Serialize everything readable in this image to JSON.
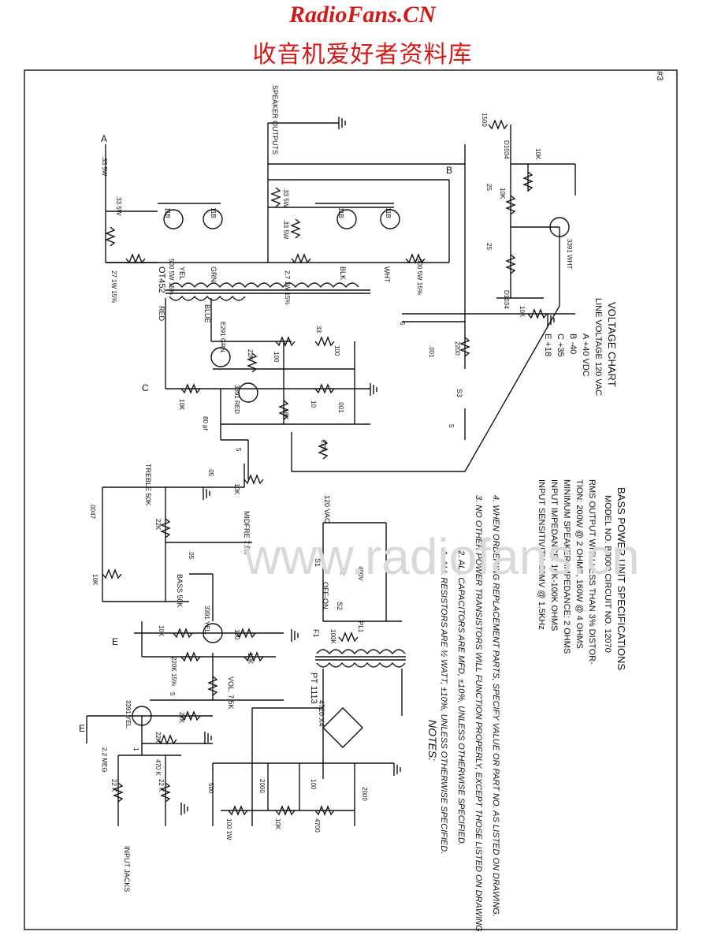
{
  "header": {
    "site_name": "RadioFans.CN",
    "site_subtitle": "收音机爱好者资料库",
    "watermark": "www.radiofans.cn"
  },
  "page_number": "#3",
  "specs": {
    "title": "BASS POWER UNIT SPECIFICATIONS",
    "model": "MODEL NO. B3000    CIRCUIT NO. 12070",
    "rms_line1": "RMS OUTPUT WITH LESS THAN 3% DISTOR-",
    "rms_line2": "TION: 200W @ 2 OHMS, 160W @ 4 OHMS",
    "speaker_impedance": "MINIMUM SPEAKER IMPEDANCE: 2 OHMS",
    "input_impedance": "INPUT IMPEDANCE: 10K-100K OHMS",
    "input_sensitivity": "INPUT SENSITIVITY: 20MV @ 1.5KHz"
  },
  "voltage_chart": {
    "title": "VOLTAGE CHART",
    "line_voltage": "LINE VOLTAGE 120 VAC",
    "rows": [
      "A  +40  VDC",
      "B  -40",
      "C  +35",
      "E  +18"
    ]
  },
  "notes": {
    "title": "NOTES:",
    "items": [
      "1. ALL RESISTORS ARE ½ WATT, ±10%, UNLESS OTHERWISE SPECIFIED.",
      "2. ALL CAPACITORS ARE MFD, ±10%, UNLESS OTHERWISE SPECIFIED.",
      "3. NO OTHER POWER TRANSISTORS WILL FUNCTION PROPERLY, EXCEPT THOSE LISTED ON DRAWING.",
      "4. WHEN ORDERING REPLACEMENT PARTS, SPECIFY VALUE OR PART NO. AS LISTED ON DRAWING."
    ]
  },
  "labels": {
    "speaker_outputs": "SPEAKER OUTPUTS",
    "input_jacks": "INPUT JACKS",
    "ot452": "OT452",
    "pt1113": "PT 1113",
    "vac120": "120 VAC",
    "treble": "TREBLE 50K",
    "midfreq": "MIDFRE 7.5K",
    "bass": "BASS 50K",
    "vol": "VOL. 7.5K",
    "s1": "S1",
    "s2": "S2",
    "s3": "S3",
    "f1": "F1",
    "off_on": "OFF-ON",
    "bridge": "4720 X4",
    "node_a": "A",
    "node_b": "B",
    "node_c": "C",
    "node_e": "E",
    "wire_yel": "YEL",
    "wire_grn": "GRN",
    "wire_blk": "BLK",
    "wire_wht": "WHT",
    "wire_red": "RED",
    "wire_blue": "BLUE"
  },
  "components": {
    "r_33_5w_top": ".33 5W",
    "r_33_5w_a": ".33 5W",
    "r_33_5w_b": ".33 5W",
    "r_33_5w_c": ".33 5W",
    "r_27": "27 1W 15%",
    "r_500": "500 5W 15%",
    "r_2_7": "2.7 1W 15%",
    "r_600": "600 5W 15%",
    "q_11b_1": "11B",
    "q_11b_2": "11B",
    "q_11b_3": "11B",
    "q_11b_4": "11B",
    "r_1500": "1500",
    "d_1": "D1034",
    "d_2": "D1034",
    "r_10k_top": "10K",
    "r_10k_mid": "10K",
    "r_10k_low": "10K",
    "c_25_a": "25",
    "c_25_b": "25",
    "q_3391_wht": "3391 WHT",
    "q_e291": "E291 GRN.",
    "q_3391_red": "3391 RED",
    "r_22k_a": "22K",
    "r_100_a": "100",
    "r_33": "33",
    "c_100": "100",
    "c_001_a": ".001",
    "r_2200": "2200",
    "r_10": "10",
    "c_001_b": ".001",
    "r_18k": "18K",
    "r_22k_b": "22K",
    "c_80pf": "80 pf",
    "r_10k_c": "10K",
    "c_5_a": "5",
    "c_5_b": "5",
    "c_5_c": "5",
    "c_05_a": ".05",
    "c_05_b": ".05",
    "c_0047": ".0047",
    "r_22k_c": "22K",
    "r_10k_d": "10K",
    "r_10k_e": "10K",
    "q_3391_yel_a": "3391 YEL.",
    "r_10k_f": "10K",
    "r_100_b": "100",
    "r_220k": "220K 15%",
    "r_10k_g": "10K",
    "c_5_d": "5",
    "q_3391_yel_b": "3391 YEL.",
    "r_22k_d": "22K",
    "r_22k_e": "22K",
    "r_2_2meg": "2.2 MEG",
    "r_470k": "470 K",
    "r_22k_f": "22 K",
    "r_22k_g": "22 K",
    "c_1": "1",
    "r_100k": "100K",
    "c_02": ".02",
    "c_400v": "400V",
    "lamp": "PL1",
    "c_500": "500",
    "c_2000_a": "2000",
    "c_2000_b": "2000",
    "c_100_b": "100",
    "r_100_c": "100 1W",
    "r_10k_h": "10K",
    "r_4700": "4700"
  }
}
